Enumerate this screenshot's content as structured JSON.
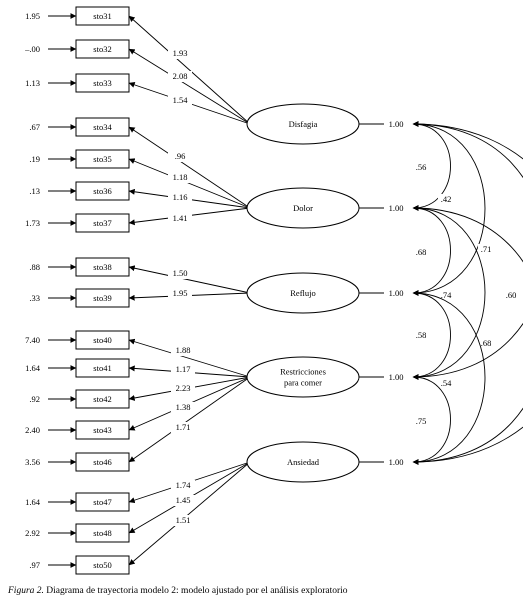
{
  "indicators": [
    {
      "name": "sto31",
      "error": "1.95"
    },
    {
      "name": "sto32",
      "error": "–.00"
    },
    {
      "name": "sto33",
      "error": "1.13"
    },
    {
      "name": "sto34",
      "error": ".67"
    },
    {
      "name": "sto35",
      "error": ".19"
    },
    {
      "name": "sto36",
      "error": ".13"
    },
    {
      "name": "sto37",
      "error": "1.73"
    },
    {
      "name": "sto38",
      "error": ".88"
    },
    {
      "name": "sto39",
      "error": ".33"
    },
    {
      "name": "sto40",
      "error": "7.40"
    },
    {
      "name": "sto41",
      "error": "1.64"
    },
    {
      "name": "sto42",
      "error": ".92"
    },
    {
      "name": "sto43",
      "error": "2.40"
    },
    {
      "name": "sto46",
      "error": "3.56"
    },
    {
      "name": "sto47",
      "error": "1.64"
    },
    {
      "name": "sto48",
      "error": "2.92"
    },
    {
      "name": "sto50",
      "error": ".97"
    }
  ],
  "factors": [
    {
      "label": [
        "Disfagia"
      ],
      "variance": "1.00"
    },
    {
      "label": [
        "Dolor"
      ],
      "variance": "1.00"
    },
    {
      "label": [
        "Reflujo"
      ],
      "variance": "1.00"
    },
    {
      "label": [
        "Restricciones",
        "para comer"
      ],
      "variance": "1.00"
    },
    {
      "label": [
        "Ansiedad"
      ],
      "variance": "1.00"
    }
  ],
  "loadings": [
    {
      "factor": 0,
      "indicator": 0,
      "value": "1.93"
    },
    {
      "factor": 0,
      "indicator": 1,
      "value": "2.08"
    },
    {
      "factor": 0,
      "indicator": 2,
      "value": "1.54"
    },
    {
      "factor": 1,
      "indicator": 3,
      "value": ".96"
    },
    {
      "factor": 1,
      "indicator": 4,
      "value": "1.18"
    },
    {
      "factor": 1,
      "indicator": 5,
      "value": "1.16"
    },
    {
      "factor": 1,
      "indicator": 6,
      "value": "1.41"
    },
    {
      "factor": 2,
      "indicator": 7,
      "value": "1.50"
    },
    {
      "factor": 2,
      "indicator": 8,
      "value": "1.95"
    },
    {
      "factor": 3,
      "indicator": 9,
      "value": "1.88"
    },
    {
      "factor": 3,
      "indicator": 10,
      "value": "1.17"
    },
    {
      "factor": 3,
      "indicator": 11,
      "value": "2.23"
    },
    {
      "factor": 3,
      "indicator": 12,
      "value": "1.38"
    },
    {
      "factor": 3,
      "indicator": 13,
      "value": "1.71"
    },
    {
      "factor": 4,
      "indicator": 14,
      "value": "1.74"
    },
    {
      "factor": 4,
      "indicator": 15,
      "value": "1.45"
    },
    {
      "factor": 4,
      "indicator": 16,
      "value": "1.51"
    }
  ],
  "correlations": [
    {
      "from": 0,
      "to": 1,
      "value": ".56"
    },
    {
      "from": 0,
      "to": 2,
      "value": ".42"
    },
    {
      "from": 0,
      "to": 3,
      "value": ".71"
    },
    {
      "from": 0,
      "to": 4,
      "value": ".60"
    },
    {
      "from": 1,
      "to": 2,
      "value": ".68"
    },
    {
      "from": 1,
      "to": 3,
      "value": ".74"
    },
    {
      "from": 1,
      "to": 4,
      "value": ".68"
    },
    {
      "from": 2,
      "to": 3,
      "value": ".58"
    },
    {
      "from": 2,
      "to": 4,
      "value": ".54"
    },
    {
      "from": 3,
      "to": 4,
      "value": ".75"
    }
  ],
  "caption": {
    "figure_label": "Figura 2.",
    "text": " Diagrama de trayectoria modelo 2: modelo ajustado por el análisis exploratorio"
  }
}
